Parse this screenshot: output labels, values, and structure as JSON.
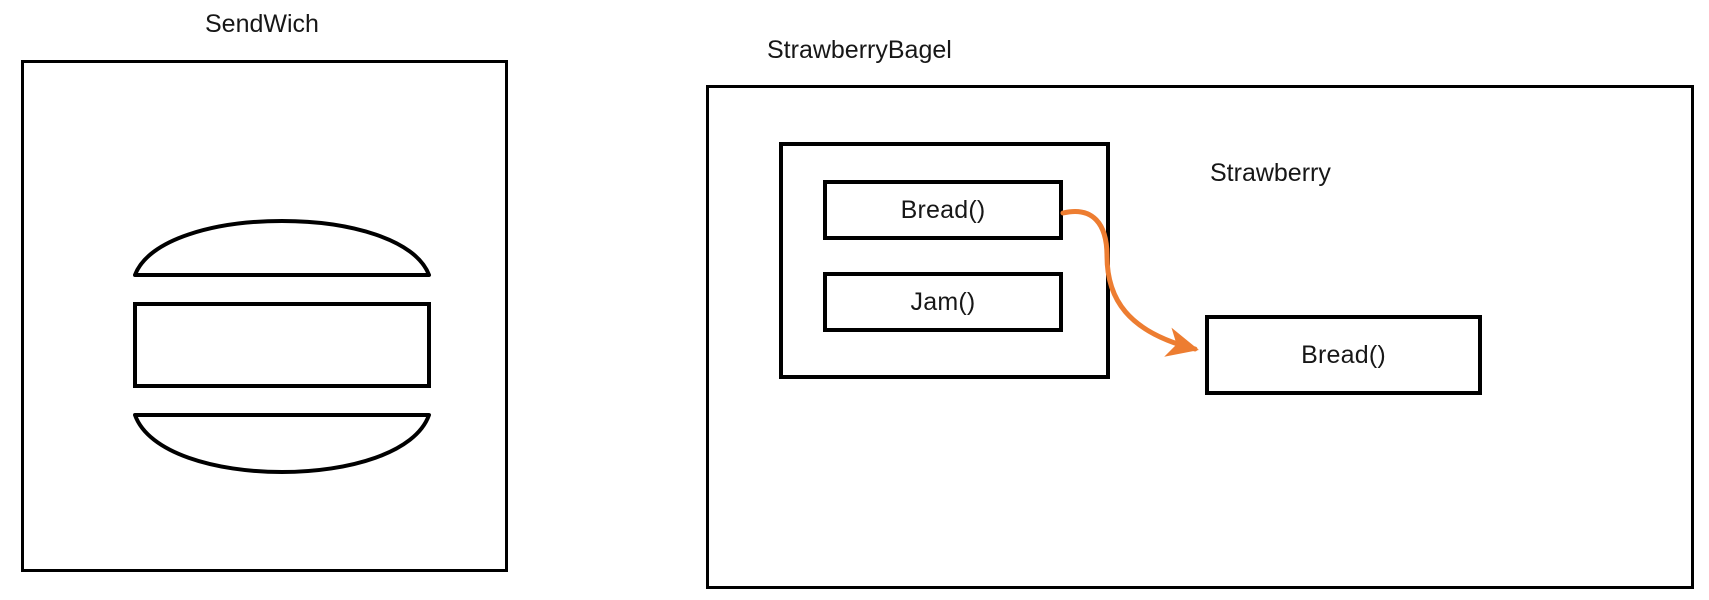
{
  "diagram": {
    "background_color": "#ffffff",
    "stroke_color": "#000000",
    "text_color": "#171717",
    "accent_color": "#ED7D31",
    "panels": [
      {
        "id": "sendwich",
        "title": "SendWich",
        "illustration": "sandwich-glyph"
      },
      {
        "id": "strawberrybagel",
        "title": "StrawberryBagel",
        "inner_group_label": "Strawberry",
        "inner_methods": [
          {
            "label": "Bread()"
          },
          {
            "label": "Jam()"
          }
        ],
        "outer_methods": [
          {
            "label": "Bread()"
          }
        ],
        "connector": {
          "from": "bread-inner-box",
          "to": "bread-outer-box",
          "color": "#ED7D31",
          "style": "curved-arrow"
        }
      }
    ]
  }
}
